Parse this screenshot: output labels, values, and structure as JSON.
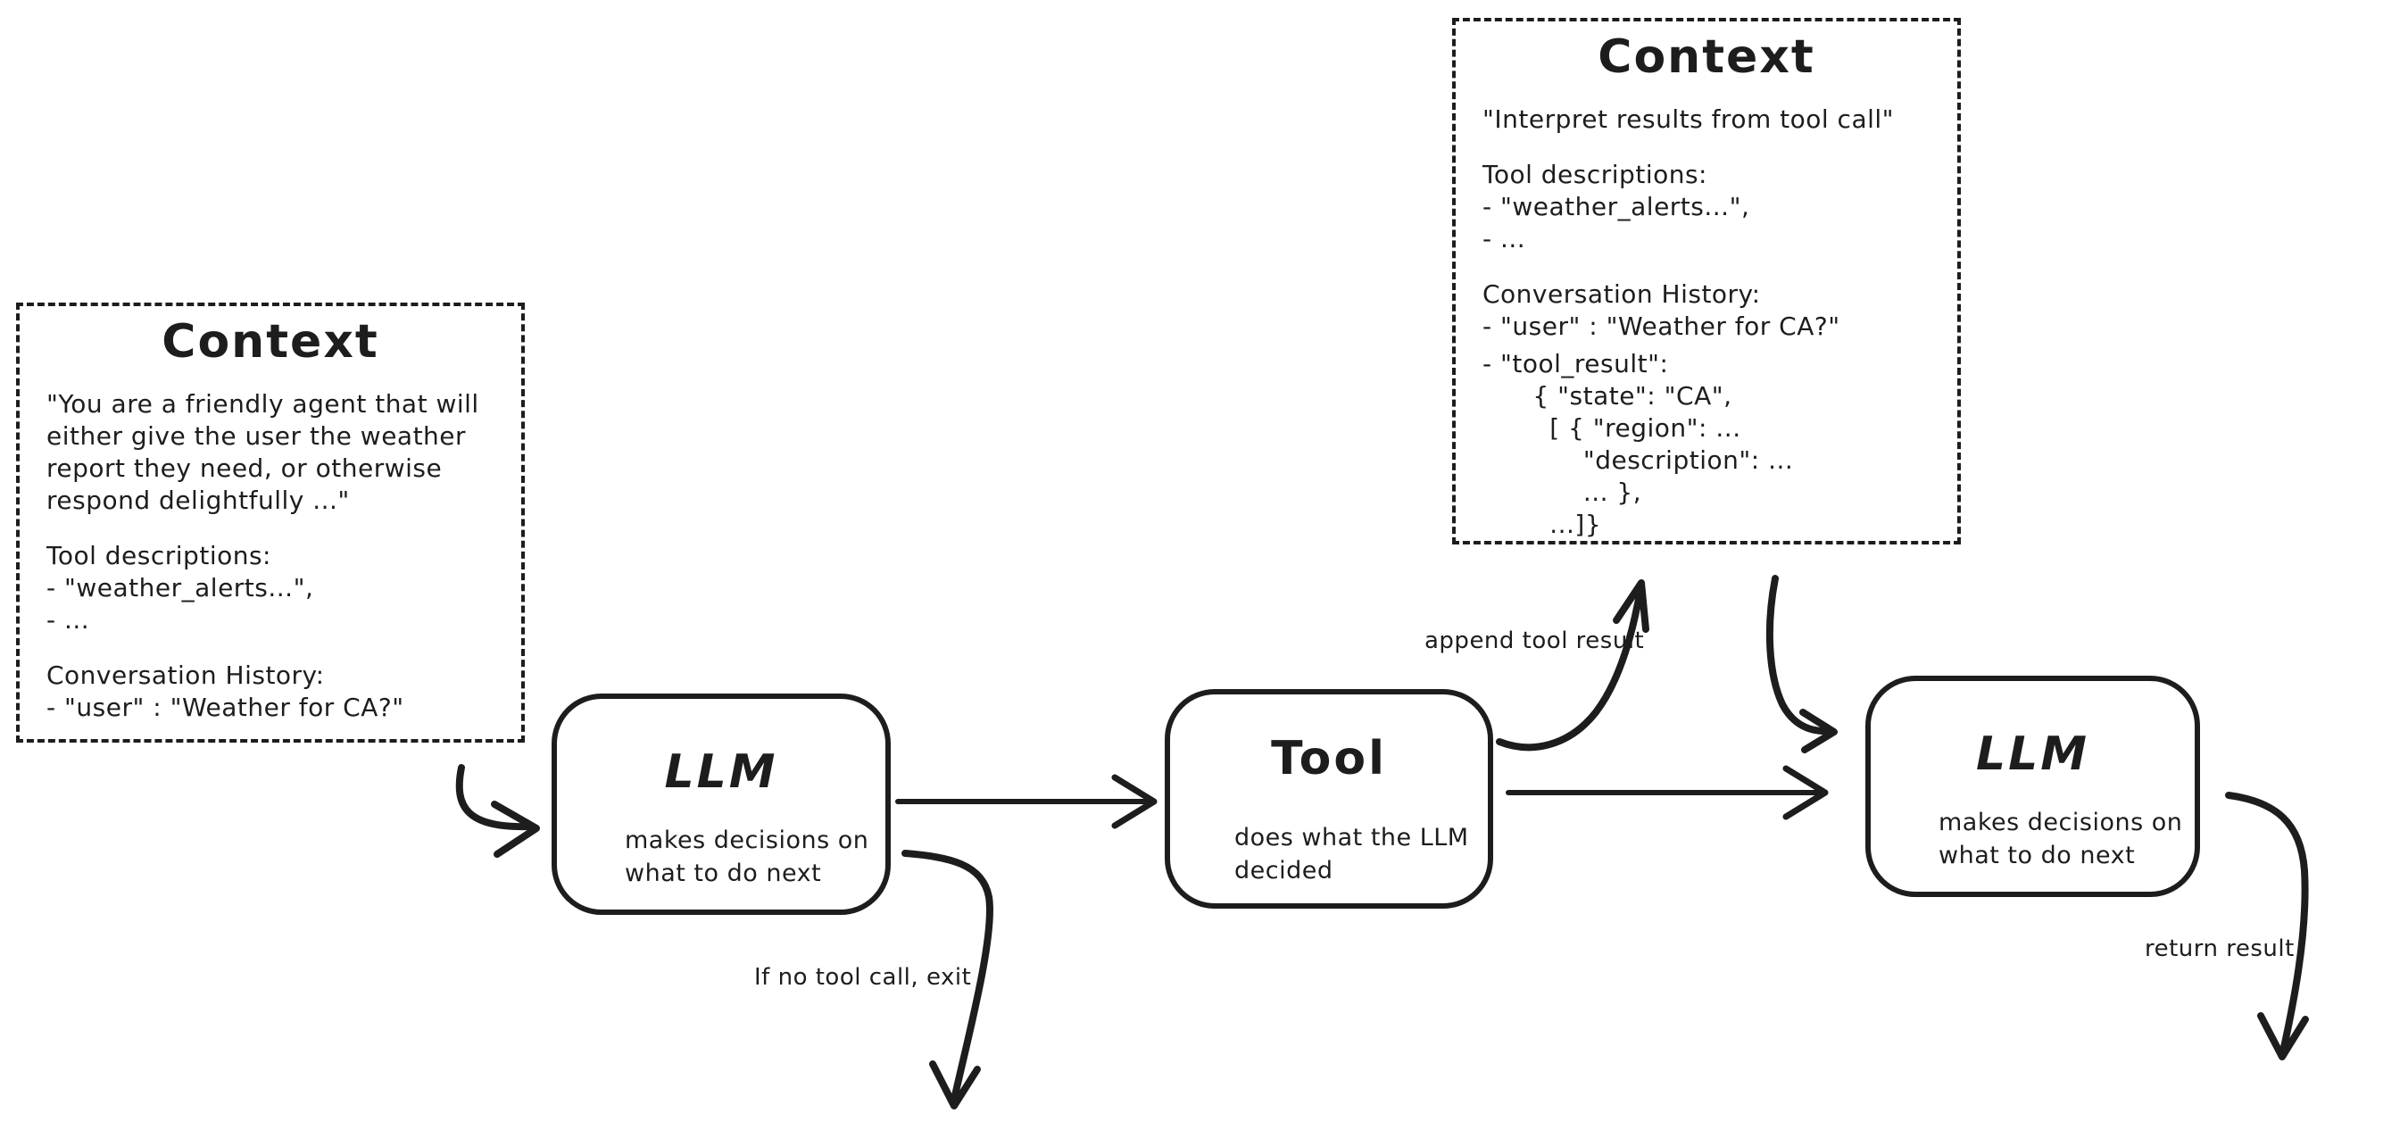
{
  "diagram": {
    "context_left": {
      "title": "Context",
      "system_prompt": "\"You are a friendly agent that will\neither give the user the weather\nreport they need, or otherwise\nrespond delightfully ...\"",
      "tool_descriptions": "Tool descriptions:\n- \"weather_alerts...\",\n- ...",
      "conversation_history": "Conversation History:\n- \"user\" : \"Weather for CA?\""
    },
    "context_right": {
      "title": "Context",
      "instruction": "\"Interpret results from tool call\"",
      "tool_descriptions": "Tool descriptions:\n- \"weather_alerts...\",\n- ...",
      "conversation_history": "Conversation History:\n- \"user\" : \"Weather for CA?\"",
      "tool_result": "- \"tool_result\":\n      { \"state\": \"CA\",\n        [ { \"region\": ...\n            \"description\": ...\n            ... },\n        ...]}"
    },
    "llm_node_1": {
      "title": "LLM",
      "subtitle": "makes decisions on\nwhat to do next"
    },
    "tool_node": {
      "title": "Tool",
      "subtitle": "does what the LLM\ndecided"
    },
    "llm_node_2": {
      "title": "LLM",
      "subtitle": "makes decisions on\nwhat to do next"
    },
    "edge_labels": {
      "append_tool_result": "append tool result",
      "no_tool_call_exit": "If no tool call, exit",
      "return_result": "return result"
    },
    "colors": {
      "ink": "#1d1d1d",
      "background": "#ffffff"
    }
  }
}
